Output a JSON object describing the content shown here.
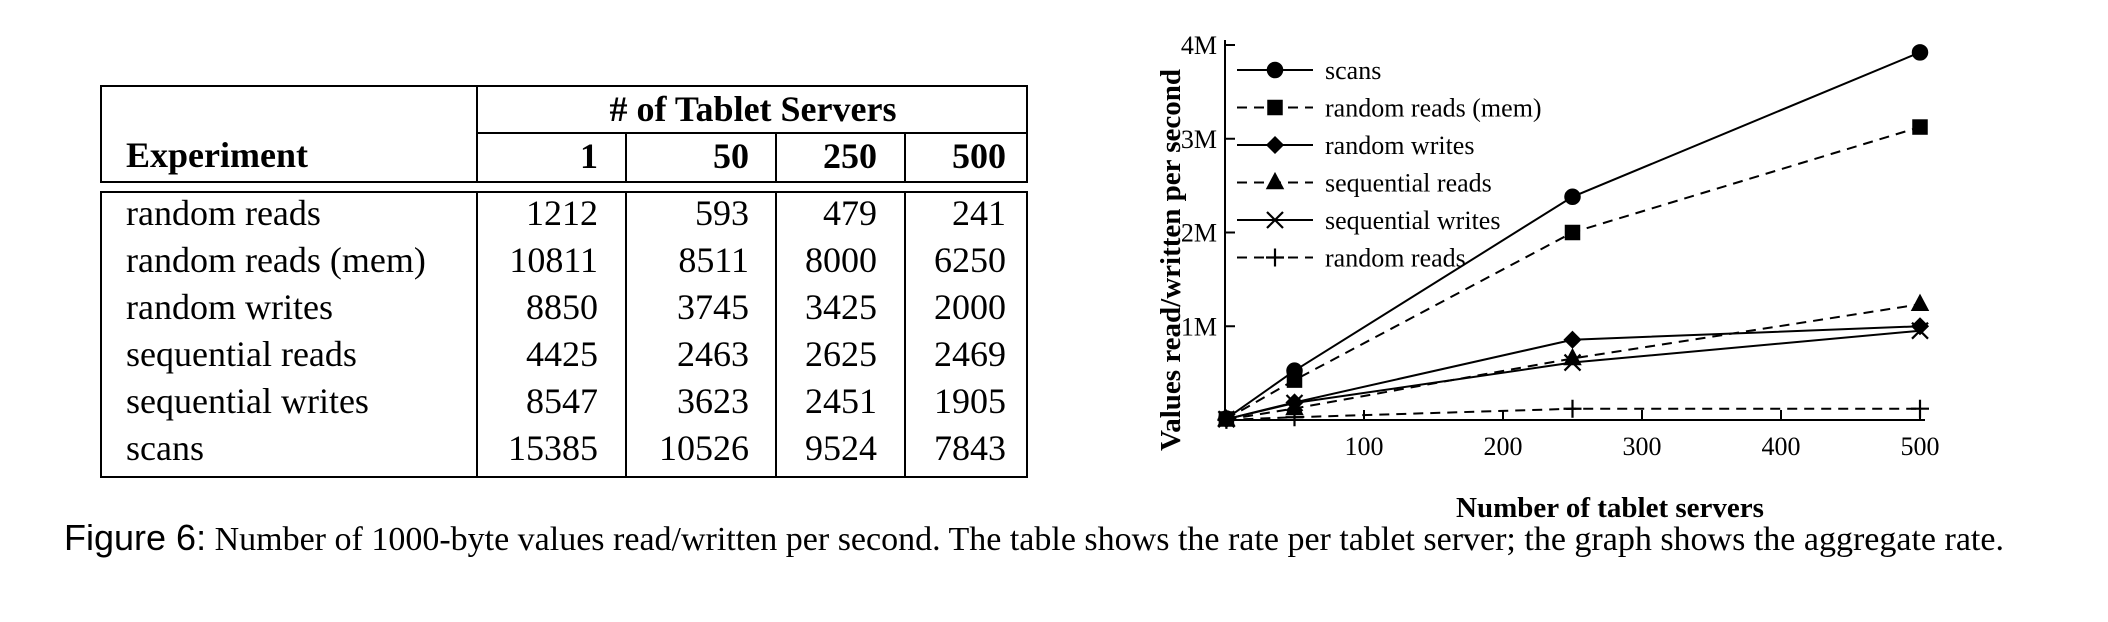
{
  "table": {
    "header_experiment": "Experiment",
    "header_group": "# of Tablet Servers",
    "columns": [
      "1",
      "50",
      "250",
      "500"
    ],
    "rows": [
      {
        "label": "random reads",
        "values": [
          "1212",
          "593",
          "479",
          "241"
        ]
      },
      {
        "label": "random reads (mem)",
        "values": [
          "10811",
          "8511",
          "8000",
          "6250"
        ]
      },
      {
        "label": "random writes",
        "values": [
          "8850",
          "3745",
          "3425",
          "2000"
        ]
      },
      {
        "label": "sequential reads",
        "values": [
          "4425",
          "2463",
          "2625",
          "2469"
        ]
      },
      {
        "label": "sequential writes",
        "values": [
          "8547",
          "3623",
          "2451",
          "1905"
        ]
      },
      {
        "label": "scans",
        "values": [
          "15385",
          "10526",
          "9524",
          "7843"
        ]
      }
    ]
  },
  "chart_data": {
    "type": "line",
    "xlabel": "Number of tablet servers",
    "ylabel": "Values read/written per second",
    "xlim": [
      0,
      500
    ],
    "ylim": [
      0,
      4000000
    ],
    "x_ticks": [
      100,
      200,
      300,
      400,
      500
    ],
    "y_ticks": [
      1000000,
      2000000,
      3000000,
      4000000
    ],
    "x_tick_labels": [
      "100",
      "200",
      "300",
      "400",
      "500"
    ],
    "y_tick_labels": [
      "1M",
      "2M",
      "3M",
      "4M"
    ],
    "x": [
      1,
      50,
      250,
      500
    ],
    "legend_position": "top-left",
    "grid": false,
    "series": [
      {
        "name": "scans",
        "marker": "circle",
        "dash": "solid",
        "values": [
          15385,
          526300,
          2381000,
          3921500
        ]
      },
      {
        "name": "random reads (mem)",
        "marker": "square",
        "dash": "dashed",
        "values": [
          10811,
          425550,
          2000000,
          3125000
        ]
      },
      {
        "name": "random writes",
        "marker": "diamond",
        "dash": "solid",
        "values": [
          8850,
          187250,
          856250,
          1000000
        ]
      },
      {
        "name": "sequential reads",
        "marker": "triangle",
        "dash": "dashed",
        "values": [
          4425,
          123150,
          656250,
          1234500
        ]
      },
      {
        "name": "sequential writes",
        "marker": "x",
        "dash": "solid",
        "values": [
          8547,
          181150,
          612750,
          952500
        ]
      },
      {
        "name": "random reads",
        "marker": "plus",
        "dash": "dashed",
        "values": [
          1212,
          29650,
          119750,
          120500
        ]
      }
    ]
  },
  "caption": {
    "figure_label": "Figure 6:",
    "text": "Number of 1000-byte values read/written per second. The table shows the rate per tablet server; the graph shows the aggregate rate."
  }
}
